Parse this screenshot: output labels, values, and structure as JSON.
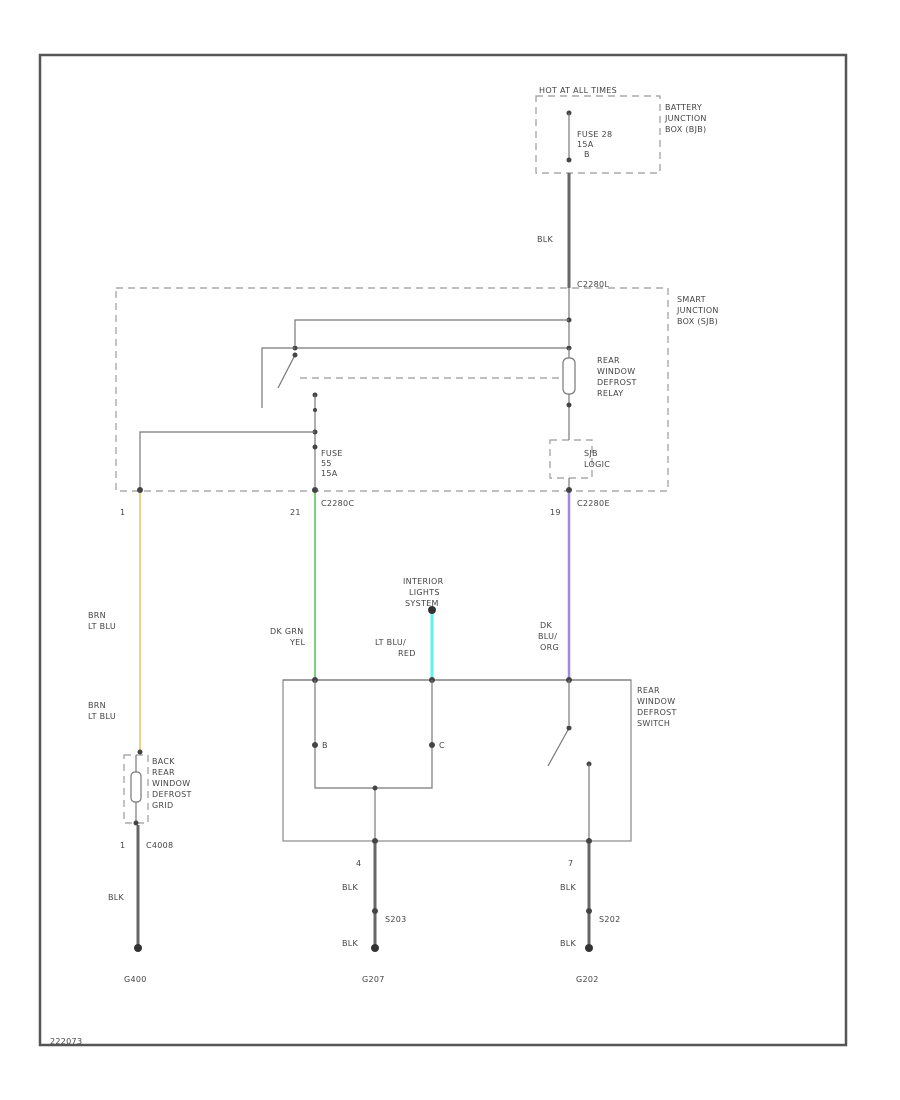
{
  "power": {
    "header": "HOT AT ALL TIMES",
    "fuse_lines": [
      "FUSE 28",
      "15A",
      "B"
    ],
    "box_label": [
      "BATTERY",
      "JUNCTION",
      "BOX (BJB)"
    ]
  },
  "wires": {
    "main_feed": "BLK",
    "grid_feed_top": [
      "BRN",
      "LT BLU"
    ],
    "grid_feed_bottom": [
      "BRN",
      "LT BLU"
    ],
    "fuse_out": [
      "DK GRN",
      "YEL"
    ],
    "logic_out": [
      "DK",
      "BLU/",
      "ORG"
    ],
    "interior": [
      "LT BLU/",
      "RED"
    ],
    "ground_grid": "BLK",
    "ground_207_top": "BLK",
    "ground_207_bottom": "BLK",
    "ground_202_top": "BLK",
    "ground_202_bottom": "BLK"
  },
  "connectors": {
    "sjb_top": "C2280L",
    "sjb_left_pin": "1",
    "sjb_mid_pin": "21",
    "sjb_mid": "C2280C",
    "sjb_right_pin": "19",
    "sjb_right": "C2280E",
    "grid_pin": "1",
    "grid": "C4008",
    "sw_pin_left": "4",
    "splice_left": "S203",
    "sw_pin_right": "7",
    "splice_right": "S202"
  },
  "sjb": {
    "label": [
      "SMART",
      "JUNCTION",
      "BOX (SJB)"
    ],
    "relay_label": [
      "REAR",
      "WINDOW",
      "DEFROST",
      "RELAY"
    ],
    "fuse_lines": [
      "FUSE",
      "55",
      "15A"
    ],
    "logic_label": [
      "SJB",
      "LOGIC"
    ]
  },
  "interior_lights": [
    "INTERIOR",
    "LIGHTS",
    "SYSTEM"
  ],
  "switch": {
    "label": [
      "REAR",
      "WINDOW",
      "DEFROST",
      "SWITCH"
    ],
    "pin_a": "B",
    "pin_b": "C"
  },
  "grid": {
    "label": [
      "BACK",
      "REAR",
      "WINDOW",
      "DEFROST",
      "GRID"
    ]
  },
  "grounds": {
    "left": "G400",
    "middle": "G207",
    "right": "G202"
  },
  "footer_id": "222073",
  "colors": {
    "brn_lt_blu": "#f5d08a",
    "dk_grn_yel": "#7fd07f",
    "lt_blu_red": "#5ff0f0",
    "dk_blu_org": "#a08ae0"
  }
}
